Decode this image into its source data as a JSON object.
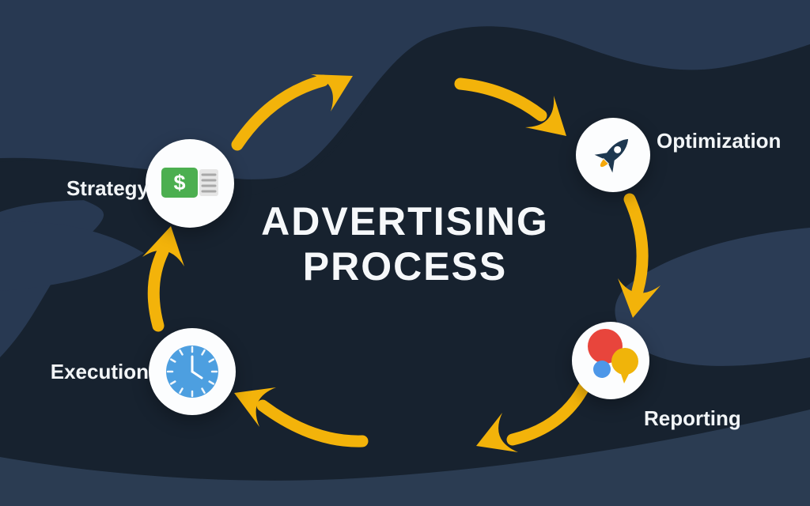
{
  "title": {
    "line1": "ADVERTISING",
    "line2": "PROCESS"
  },
  "nodes": [
    {
      "id": "strategy",
      "label": "Strategy",
      "icon": "money-note-icon"
    },
    {
      "id": "optimization",
      "label": "Optimization",
      "icon": "rocket-icon"
    },
    {
      "id": "reporting",
      "label": "Reporting",
      "icon": "chat-bubbles-icon"
    },
    {
      "id": "execution",
      "label": "Execution",
      "icon": "clock-icon"
    }
  ],
  "flow_order": [
    "Strategy",
    "Optimization",
    "Reporting",
    "Execution"
  ],
  "flow_direction": "clockwise",
  "colors": {
    "background_light": "#283952",
    "background_dark": "#17222F",
    "arrow_gold": "#F3B30A",
    "text_white": "#F4F6F8",
    "money_green": "#4CAF50",
    "rocket_navy": "#1E3850",
    "bubble_red": "#E8453C",
    "bubble_blue": "#4D97E8",
    "bubble_yellow": "#F0B40A",
    "clock_blue": "#4D9FE0"
  }
}
